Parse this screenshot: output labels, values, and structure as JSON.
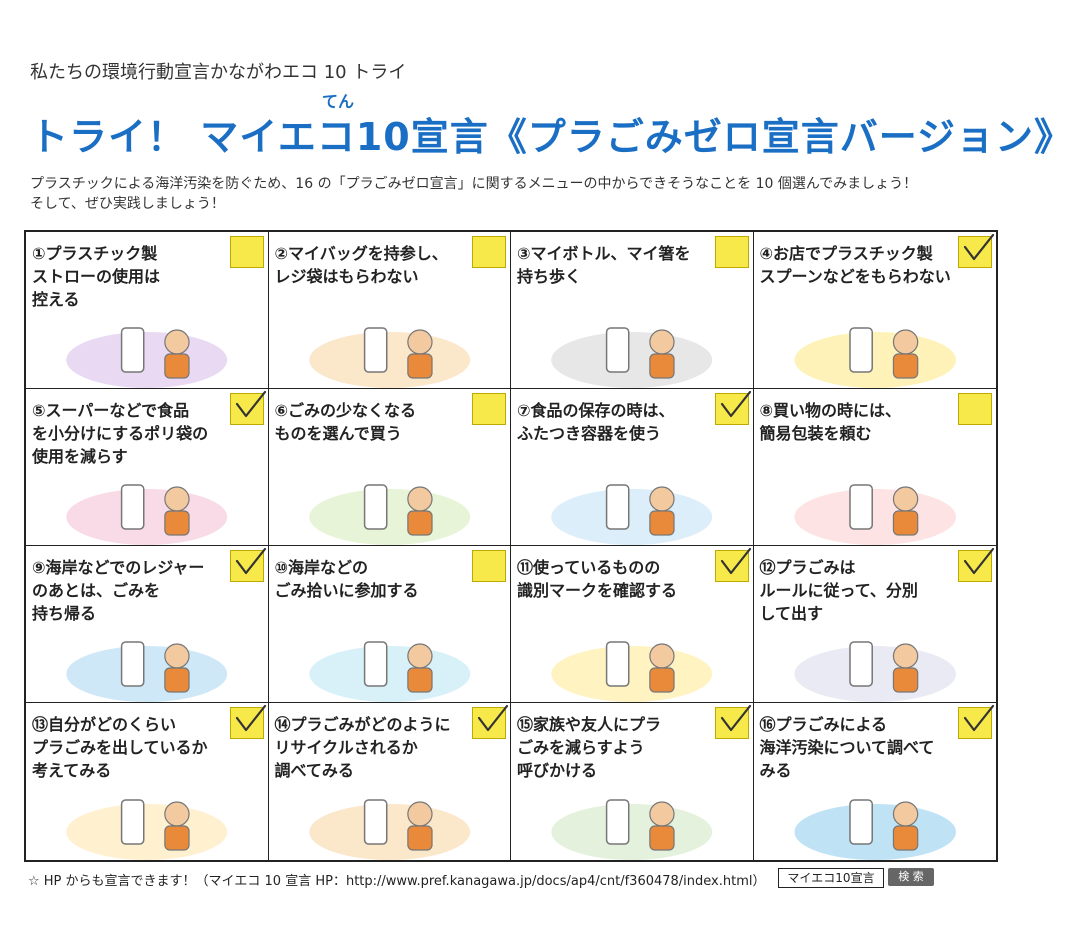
{
  "header": {
    "subtitle": "私たちの環境行動宣言かながわエコ 10 トライ",
    "ruby": "てん",
    "title": "トライ！ マイエコ10宣言《プラごみゼロ宣言バージョン》",
    "intro_line1": "プラスチックによる海洋汚染を防ぐため、16 の「プラごみゼロ宣言」に関するメニューの中からできそうなことを 10 個選んでみましょう！",
    "intro_line2": "そして、ぜひ実践しましょう！"
  },
  "items": [
    {
      "label": "①プラスチック製\n  ストローの使用は\n  控える",
      "checked": false
    },
    {
      "label": "②マイバッグを持参し、\n  レジ袋はもらわない",
      "checked": false
    },
    {
      "label": "③マイボトル、マイ箸を\n  持ち歩く",
      "checked": false
    },
    {
      "label": "④お店でプラスチック製\n  スプーンなどをもらわない",
      "checked": true
    },
    {
      "label": "⑤スーパーなどで食品\n  を小分けにするポリ袋の\n  使用を減らす",
      "checked": true
    },
    {
      "label": "⑥ごみの少なくなる\n  ものを選んで買う",
      "checked": false
    },
    {
      "label": "⑦食品の保存の時は、\n  ふたつき容器を使う",
      "checked": true
    },
    {
      "label": "⑧買い物の時には、\n  簡易包装を頼む",
      "checked": false
    },
    {
      "label": "⑨海岸などでのレジャー\n  のあとは、ごみを\n  持ち帰る",
      "checked": true
    },
    {
      "label": "⑩海岸などの\n  ごみ拾いに参加する",
      "checked": false
    },
    {
      "label": "⑪使っているものの\n  識別マークを確認する",
      "checked": true
    },
    {
      "label": "⑫プラごみは\n  ルールに従って、分別\n  して出す",
      "checked": true
    },
    {
      "label": "⑬自分がどのくらい\n  プラごみを出しているか\n  考えてみる",
      "checked": true
    },
    {
      "label": "⑭プラごみがどのように\n  リサイクルされるか\n  調べてみる",
      "checked": true
    },
    {
      "label": "⑮家族や友人にプラ\n  ごみを減らすよう\n  呼びかける",
      "checked": true
    },
    {
      "label": "⑯プラごみによる\n  海洋汚染について調べて\n  みる",
      "checked": true
    }
  ],
  "footer": {
    "note": "☆ HP からも宣言できます！（マイエコ 10 宣言 HP：http://www.pref.kanagawa.jp/docs/ap4/cnt/f360478/index.html）",
    "search_box": "マイエコ10宣言",
    "search_button": "検 索"
  },
  "colors": {
    "title": "#1a6fc4",
    "checkbox": "#f7e94a",
    "check_mark": "#333333"
  }
}
